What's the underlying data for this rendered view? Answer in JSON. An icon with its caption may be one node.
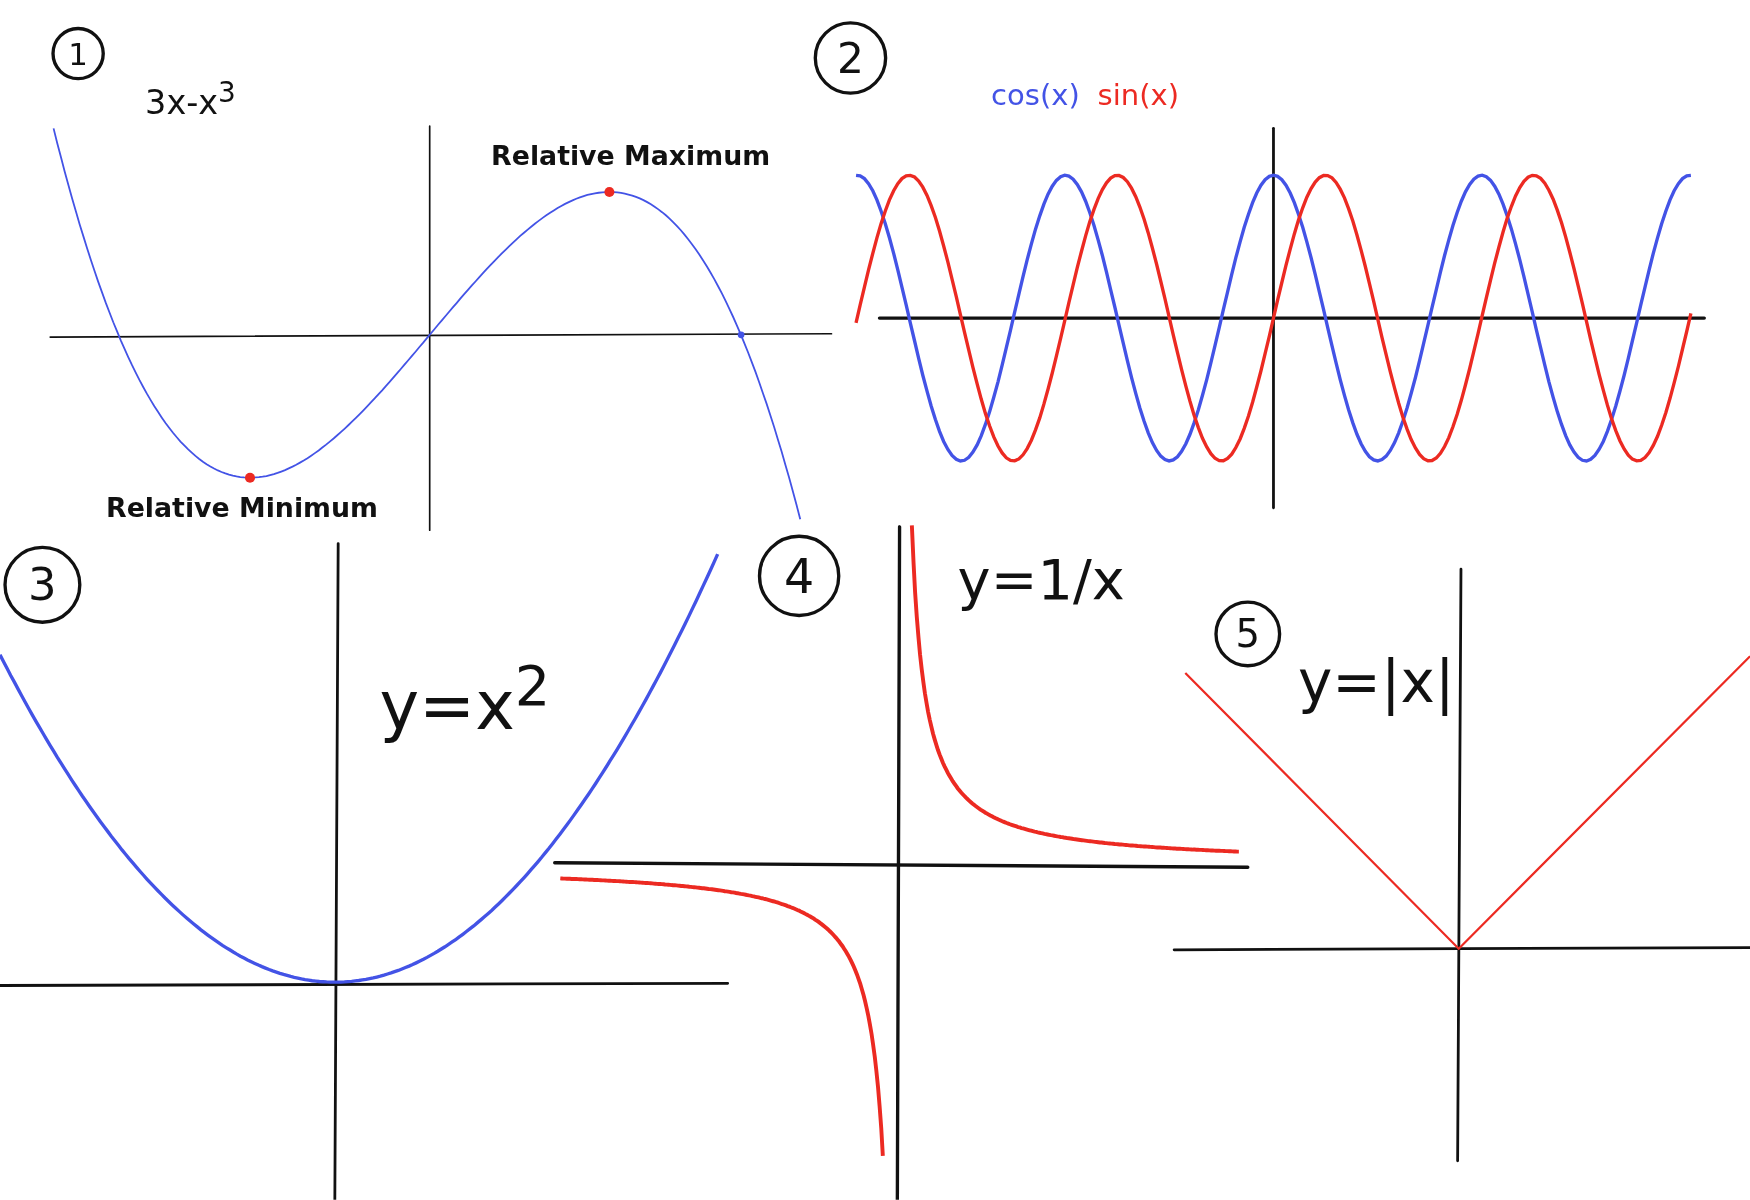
{
  "diagram": {
    "labels": [
      "1",
      "3x-x$^{3}$",
      "Relative Maximum",
      "Relative Minimum",
      "2",
      "3",
      "y=x$^{2}$",
      "4",
      "y=1/x",
      "5",
      "y=|x|"
    ],
    "legend": [
      {
        "text": "cos(x)",
        "color": "#4353e6"
      },
      {
        "text": "sin(x)",
        "color": "#ec2a22"
      }
    ]
  }
}
